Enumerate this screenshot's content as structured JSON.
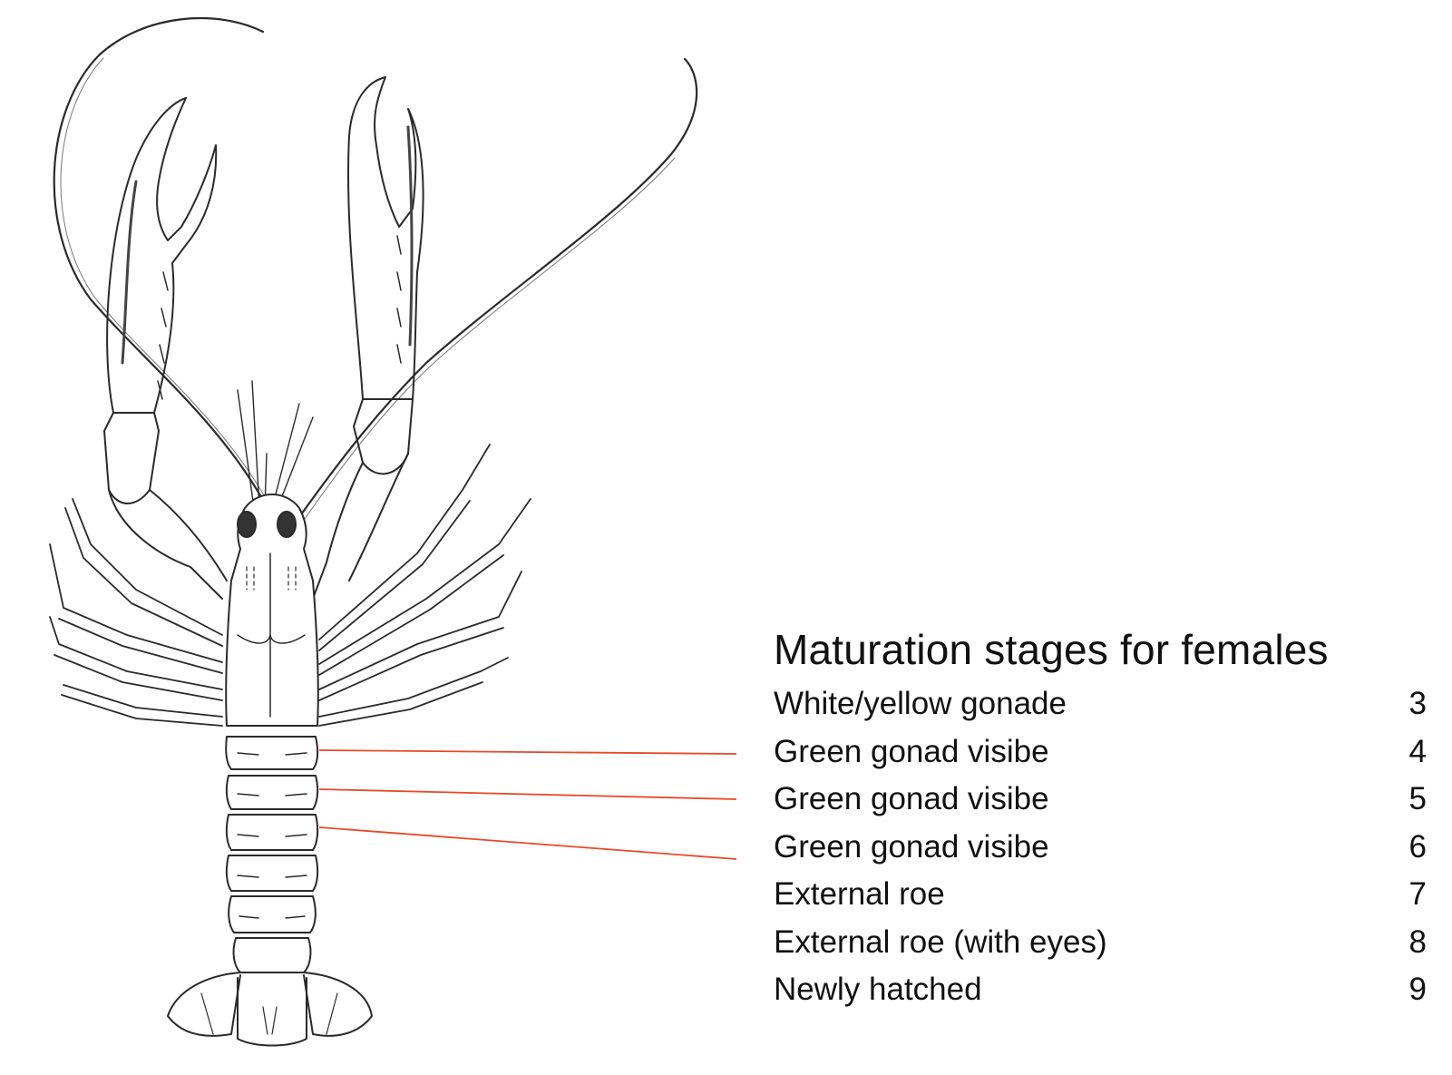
{
  "figure": {
    "subject": "Norway lobster (Nephrops) dorsal view line drawing",
    "pointer_color": "#e8492a",
    "pointers": [
      {
        "from": [
          352,
          827
        ],
        "to": [
          812,
          831
        ],
        "target_stage": 4
      },
      {
        "from": [
          352,
          870
        ],
        "to": [
          812,
          881
        ],
        "target_stage": 5
      },
      {
        "from": [
          352,
          912
        ],
        "to": [
          812,
          947
        ],
        "target_stage": 6
      }
    ]
  },
  "legend": {
    "title": "Maturation stages for females",
    "stages": [
      {
        "label": "White/yellow gonade",
        "value": "3"
      },
      {
        "label": "Green gonad visibe",
        "value": "4"
      },
      {
        "label": "Green gonad visibe",
        "value": "5"
      },
      {
        "label": "Green gonad visibe",
        "value": "6"
      },
      {
        "label": "External roe",
        "value": "7"
      },
      {
        "label": "External roe (with eyes)",
        "value": "8"
      },
      {
        "label": "Newly hatched",
        "value": "9"
      }
    ]
  }
}
